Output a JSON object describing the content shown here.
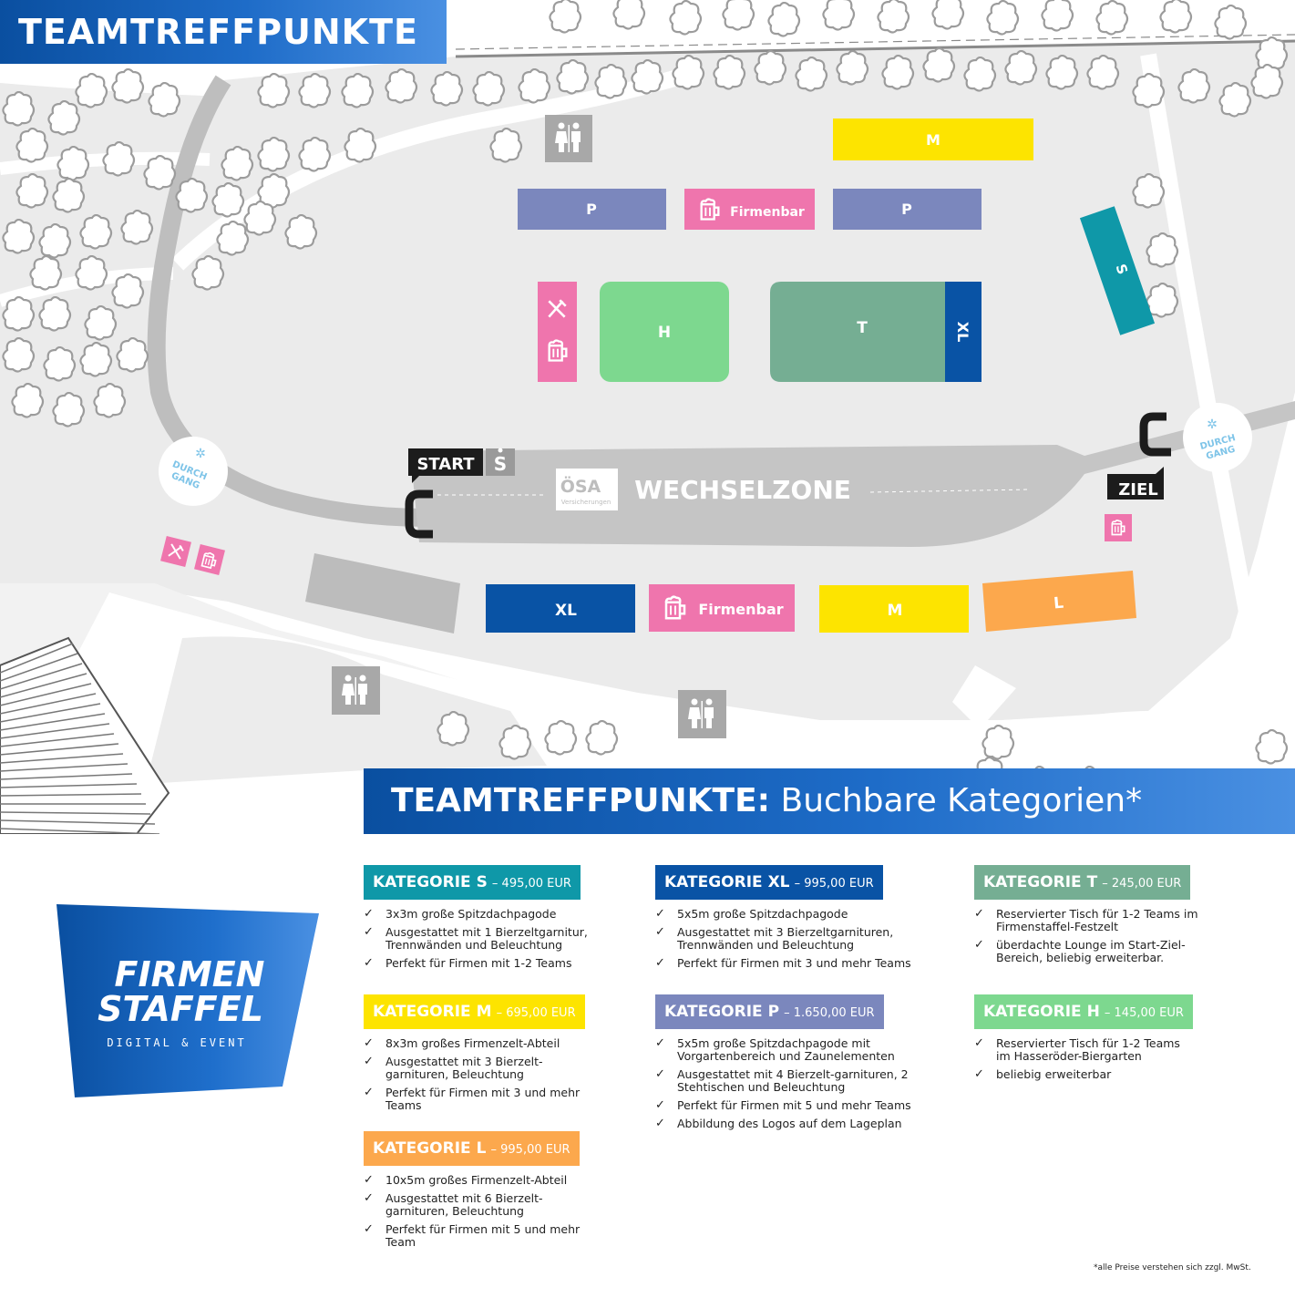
{
  "header_title": "TEAMTREFFPUNKTE",
  "banner": {
    "bold": "TEAMTREFFPUNKTE:",
    "light": "Buchbare Kategorien*"
  },
  "colors": {
    "S": "#0f98a8",
    "XL": "#0953a5",
    "T": "#75ae93",
    "M": "#fde400",
    "P": "#7b87bd",
    "H": "#7dd88f",
    "L": "#fca84d",
    "bar_pink": "#ef75ad",
    "brand_blue": "#0a4fa0",
    "path_gray": "#c8c8c8",
    "ground_gray": "#ebebeb"
  },
  "map": {
    "labels": {
      "m_top": "M",
      "p_left": "P",
      "p_right": "P",
      "firmenbar_top": "Firmenbar",
      "h": "H",
      "t": "T",
      "xl_top": "XL",
      "s": "S",
      "start": "START",
      "ziel": "ZIEL",
      "wechselzone": "WECHSELZONE",
      "sponsor_name": "ÖSA",
      "sponsor_sub": "Versicherungen",
      "durchgang_left": "DURCH GANG",
      "durchgang_right": "DURCH GANG",
      "xl_bottom": "XL",
      "firmenbar_bottom": "Firmenbar",
      "m_bottom": "M",
      "l": "L"
    },
    "icons": [
      "toilet-icon",
      "beer-icon",
      "cutlery-icon",
      "sparkasse-icon",
      "gate-icon"
    ]
  },
  "logo": {
    "line1": "FIRMEN",
    "line2": "STAFFEL",
    "sub": "DIGITAL & EVENT"
  },
  "categories": [
    {
      "key": "S",
      "name": "KATEGORIE S",
      "price": "– 495,00 EUR",
      "features": [
        "3x3m große Spitzdachpagode",
        "Ausgestattet mit 1 Bierzeltgarnitur, Trennwänden und Beleuchtung",
        "Perfekt für Firmen mit 1-2 Teams"
      ]
    },
    {
      "key": "M",
      "name": "KATEGORIE M",
      "price": "– 695,00 EUR",
      "features": [
        "8x3m großes Firmenzelt-Abteil",
        "Ausgestattet mit 3 Bierzelt-garnituren, Beleuchtung",
        "Perfekt für Firmen mit 3 und mehr Teams"
      ]
    },
    {
      "key": "L",
      "name": "KATEGORIE L",
      "price": "– 995,00 EUR",
      "features": [
        "10x5m großes Firmenzelt-Abteil",
        "Ausgestattet mit 6 Bierzelt-garnituren, Beleuchtung",
        "Perfekt für Firmen mit 5 und mehr Team"
      ]
    },
    {
      "key": "XL",
      "name": "KATEGORIE XL",
      "price": "– 995,00 EUR",
      "features": [
        "5x5m große Spitzdachpagode",
        "Ausgestattet mit 3 Bierzeltgarnituren, Trennwänden und Beleuchtung",
        "Perfekt für Firmen mit 3 und mehr Teams"
      ]
    },
    {
      "key": "P",
      "name": "KATEGORIE P",
      "price": "– 1.650,00 EUR",
      "features": [
        "5x5m große Spitzdachpagode mit Vorgartenbereich und Zaunelementen",
        "Ausgestattet mit 4 Bierzelt-garnituren, 2 Stehtischen und Beleuchtung",
        "Perfekt für Firmen mit 5 und mehr Teams",
        "Abbildung des Logos auf dem Lageplan"
      ]
    },
    {
      "key": "T",
      "name": "KATEGORIE T",
      "price": "– 245,00 EUR",
      "features": [
        "Reservierter Tisch für 1-2 Teams im Firmenstaffel-Festzelt",
        "überdachte Lounge im Start-Ziel-Bereich, beliebig erweiterbar."
      ]
    },
    {
      "key": "H",
      "name": "KATEGORIE H",
      "price": "– 145,00 EUR",
      "features": [
        "Reservierter Tisch für 1-2 Teams im Hasseröder-Biergarten",
        "beliebig erweiterbar"
      ]
    }
  ],
  "footnote": "*alle Preise verstehen sich zzgl. MwSt."
}
